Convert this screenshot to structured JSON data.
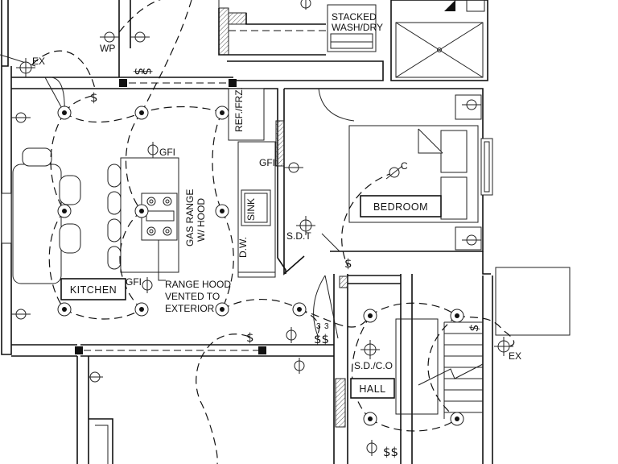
{
  "rooms": {
    "kitchen": "KITCHEN",
    "bedroom": "BEDROOM",
    "hall": "HALL"
  },
  "fixtures": {
    "stacked_line1": "STACKED",
    "stacked_line2": "WASH/DRY",
    "ref_frz": "REF./FRZ.",
    "sink": "SINK",
    "gas_range_line1": "GAS RANGE",
    "gas_range_line2": "W/ HOOD",
    "dw": "D.W."
  },
  "notes": {
    "range_hood_line1": "RANGE HOOD",
    "range_hood_line2": "VENTED TO",
    "range_hood_line3": "EXTERIOR"
  },
  "symbols": {
    "ex": "EX",
    "wp": "WP",
    "gfi": "GFI",
    "sdt": "S.D.T",
    "sdco": "S.D./C.O",
    "c": "C",
    "switch": "$",
    "switch3": "$",
    "three_way": "3",
    "double_switch": "$$"
  },
  "colors": {
    "ink": "#111111",
    "paper": "#ffffff"
  }
}
